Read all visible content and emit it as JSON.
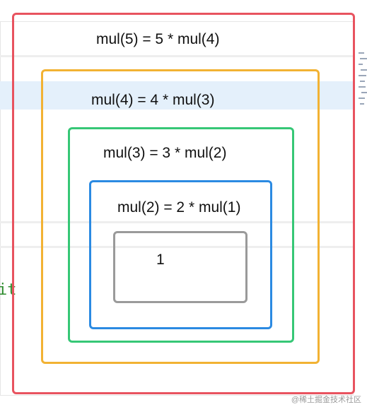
{
  "background": {
    "code_fragment": "it"
  },
  "diagram": {
    "boxes": [
      {
        "level": 5,
        "label": "mul(5) = 5 * mul(4)",
        "color": "#e8535f"
      },
      {
        "level": 4,
        "label": "mul(4) = 4 * mul(3)",
        "color": "#f2b233"
      },
      {
        "level": 3,
        "label": "mul(3) = 3 * mul(2)",
        "color": "#36c776"
      },
      {
        "level": 2,
        "label": "mul(2) = 2 * mul(1)",
        "color": "#2b8ae2"
      },
      {
        "level": 1,
        "label": "1",
        "color": "#9a9a9a"
      }
    ]
  },
  "watermark": "@稀土掘金技术社区"
}
